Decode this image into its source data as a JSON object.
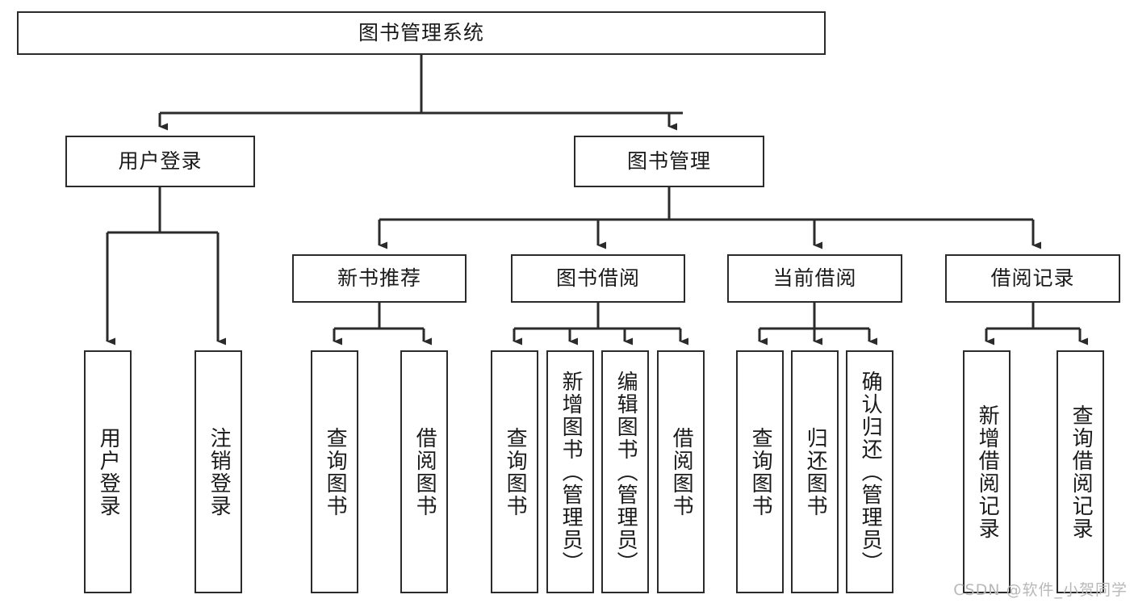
{
  "diagram": {
    "type": "tree-hierarchy-chart",
    "title": "图书管理系统",
    "style": {
      "box_fill": "#ffffff",
      "box_stroke": "#2b2b2b",
      "edge_color": "#2b2b2b",
      "text_color": "#1a1a1a",
      "background": "#ffffff",
      "watermark_color": "#b8b8b8"
    },
    "levels": {
      "level1": "根节点",
      "level2": "主模块",
      "level3": "子模块",
      "level4": "功能项"
    },
    "nodes": {
      "root": {
        "label": "图书管理系统",
        "orientation": "horizontal"
      },
      "level2": [
        {
          "id": "user-login",
          "label": "用户登录",
          "orientation": "horizontal"
        },
        {
          "id": "book-manage",
          "label": "图书管理",
          "orientation": "horizontal"
        }
      ],
      "level3": [
        {
          "id": "new-book-rec",
          "label": "新书推荐",
          "orientation": "horizontal",
          "parent": "book-manage"
        },
        {
          "id": "book-borrow",
          "label": "图书借阅",
          "orientation": "horizontal",
          "parent": "book-manage"
        },
        {
          "id": "current-borrow",
          "label": "当前借阅",
          "orientation": "horizontal",
          "parent": "book-manage"
        },
        {
          "id": "borrow-record",
          "label": "借阅记录",
          "orientation": "horizontal",
          "parent": "book-manage"
        }
      ],
      "leaves": [
        {
          "id": "leaf-user-login",
          "label": "用户登录",
          "parent": "user-login"
        },
        {
          "id": "leaf-user-logout",
          "label": "注销登录",
          "parent": "user-login"
        },
        {
          "id": "leaf-query-book-1",
          "label": "查询图书",
          "parent": "new-book-rec"
        },
        {
          "id": "leaf-borrow-book-1",
          "label": "借阅图书",
          "parent": "new-book-rec"
        },
        {
          "id": "leaf-query-book-2",
          "label": "查询图书",
          "parent": "book-borrow"
        },
        {
          "id": "leaf-add-book",
          "label": "新增图书（管理员）",
          "parent": "book-borrow"
        },
        {
          "id": "leaf-edit-book",
          "label": "编辑图书（管理员）",
          "parent": "book-borrow"
        },
        {
          "id": "leaf-borrow-book-2",
          "label": "借阅图书",
          "parent": "book-borrow"
        },
        {
          "id": "leaf-query-book-3",
          "label": "查询图书",
          "parent": "current-borrow"
        },
        {
          "id": "leaf-return-book",
          "label": "归还图书",
          "parent": "current-borrow"
        },
        {
          "id": "leaf-confirm-return",
          "label": "确认归还（管理员）",
          "parent": "current-borrow"
        },
        {
          "id": "leaf-add-record",
          "label": "新增借阅记录",
          "parent": "borrow-record"
        },
        {
          "id": "leaf-query-record",
          "label": "查询借阅记录",
          "parent": "borrow-record"
        }
      ]
    }
  },
  "watermark": {
    "text": "CSDN @软件_小贺同学"
  }
}
